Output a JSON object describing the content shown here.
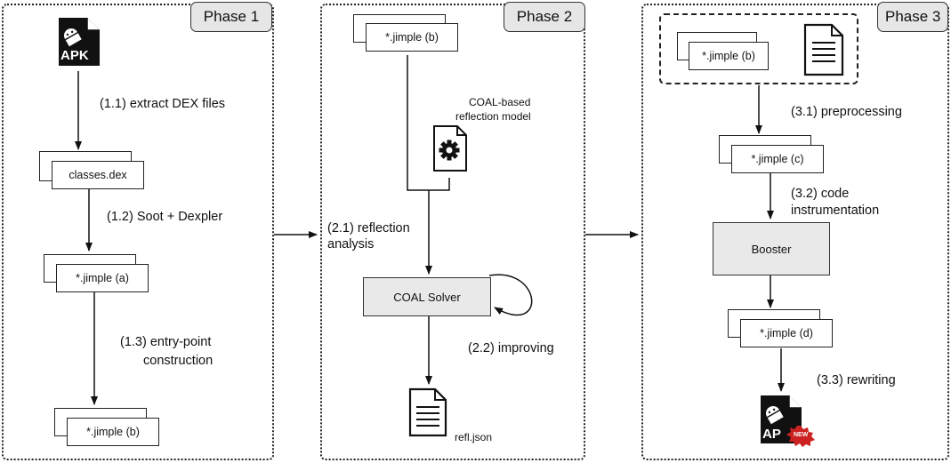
{
  "phase1": {
    "label": "Phase 1",
    "apk_icon_text": "APK",
    "file_dex": "classes.dex",
    "file_jimple_a": "*.jimple (a)",
    "file_jimple_b": "*.jimple (b)",
    "step_1_1": "(1.1) extract DEX files",
    "step_1_2": "(1.2) Soot + Dexpler",
    "step_1_3_line1": "(1.3) entry-point",
    "step_1_3_line2": "construction"
  },
  "phase2": {
    "label": "Phase 2",
    "file_jimple_b": "*.jimple (b)",
    "model_line1": "COAL-based",
    "model_line2": "reflection model",
    "step_2_1_line1": "(2.1) reflection",
    "step_2_1_line2": "analysis",
    "solver": "COAL Solver",
    "step_2_2": "(2.2) improving",
    "output_file": "refl.json"
  },
  "phase3": {
    "label": "Phase 3",
    "file_jimple_b": "*.jimple (b)",
    "step_3_1": "(3.1) preprocessing",
    "file_jimple_c": "*.jimple (c)",
    "step_3_2_line1": "(3.2) code",
    "step_3_2_line2": "instrumentation",
    "booster": "Booster",
    "file_jimple_d": "*.jimple (d)",
    "step_3_3": "(3.3) rewriting",
    "new_apk_text": "AP",
    "new_badge": "NEW"
  },
  "colors": {
    "box_fill": "#e9e9e9",
    "label_fill": "#e6e6e6",
    "stroke": "#222222",
    "badge": "#cc2222"
  }
}
